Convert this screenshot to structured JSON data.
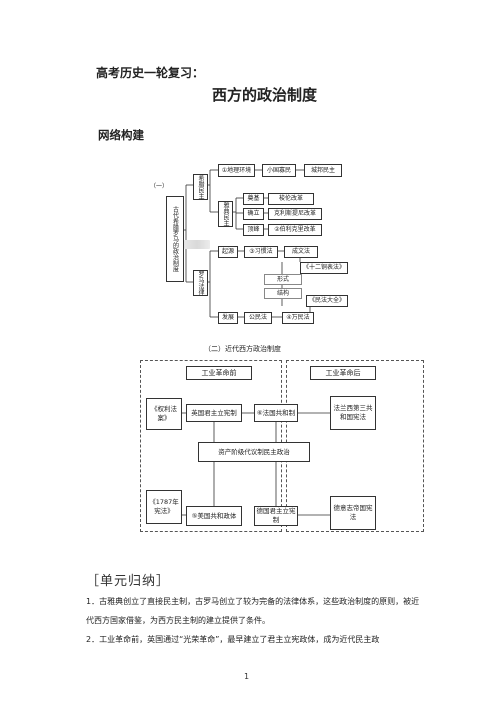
{
  "header": {
    "series": "高考历史一轮复习：",
    "title": "西方的政治制度",
    "network": "网络构建"
  },
  "diagram1": {
    "section": "（一）",
    "root": "古代希腊罗马的政治制度",
    "greece": "希腊民主",
    "athens": "雅典民主",
    "geo": "①地理环境",
    "small_state": "小国寡民",
    "city_state": "城邦民主",
    "solon_label": "奠基",
    "solon_reform": "梭伦改革",
    "cleis_label": "确立",
    "cleis_reform": "克利斯提尼改革",
    "peak_label": "顶峰",
    "pericles_reform": "②伯利克里改革",
    "rome": "罗马法律",
    "origin_label": "起源",
    "customary": "③习惯法",
    "written_law": "成文法",
    "twelve_tables": "《十二铜表法》",
    "form": "形式",
    "structure": "结构",
    "civil_code": "《民法大全》",
    "develop_label": "发展",
    "citizen_law": "公民法",
    "jus_gentium": "④万民法"
  },
  "diagram2": {
    "section": "（二）近代西方政治制度",
    "before": "工业革命前",
    "after": "工业革命后",
    "bill_of_rights": "《权利法案》",
    "uk_monarchy": "英国君主立宪制",
    "fr_republic": "⑥法国共和制",
    "fr_constitution": "法兰西第三共和国宪法",
    "bourgeois": "资产阶级代议制民主政治",
    "us_constitution": "《1787年宪法》",
    "us_republic": "⑤美国共和政体",
    "de_monarchy": "德国君主立宪制",
    "de_constitution": "德意志帝国宪法"
  },
  "summary": {
    "heading": "［单元归纳］",
    "p1": "1．古雅典创立了直接民主制，古罗马创立了较为完备的法律体系，这些政治制度的原则，被近代西方国家借鉴，为西方民主制的建立提供了条件。",
    "p2": "2．工业革命前，英国通过“光荣革命”，最早建立了君主立宪政体，成为近代民主政"
  },
  "page_number": "1"
}
